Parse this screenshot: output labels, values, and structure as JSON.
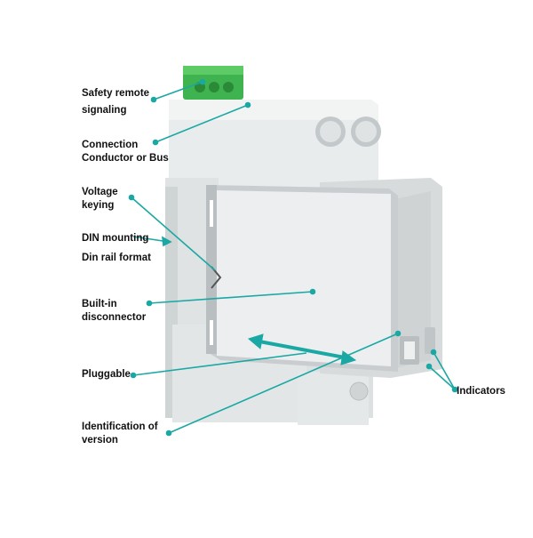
{
  "colors": {
    "callout": "#1aa8a4",
    "device_body": "#e6e9ea",
    "device_shadow": "#c9cdcf",
    "terminal_green": "#3fb34f"
  },
  "labels": {
    "safety_remote": [
      "Safety remote",
      "signaling"
    ],
    "connection": [
      "Connection",
      "Conductor or Bus"
    ],
    "voltage_keying": [
      "Voltage",
      "keying"
    ],
    "din_mounting": "DIN mounting",
    "din_rail_format": "Din rail format",
    "built_in": [
      "Built-in",
      "disconnector"
    ],
    "pluggable": "Pluggable",
    "identification": [
      "Identification of",
      "version"
    ],
    "indicators": "Indicators"
  }
}
